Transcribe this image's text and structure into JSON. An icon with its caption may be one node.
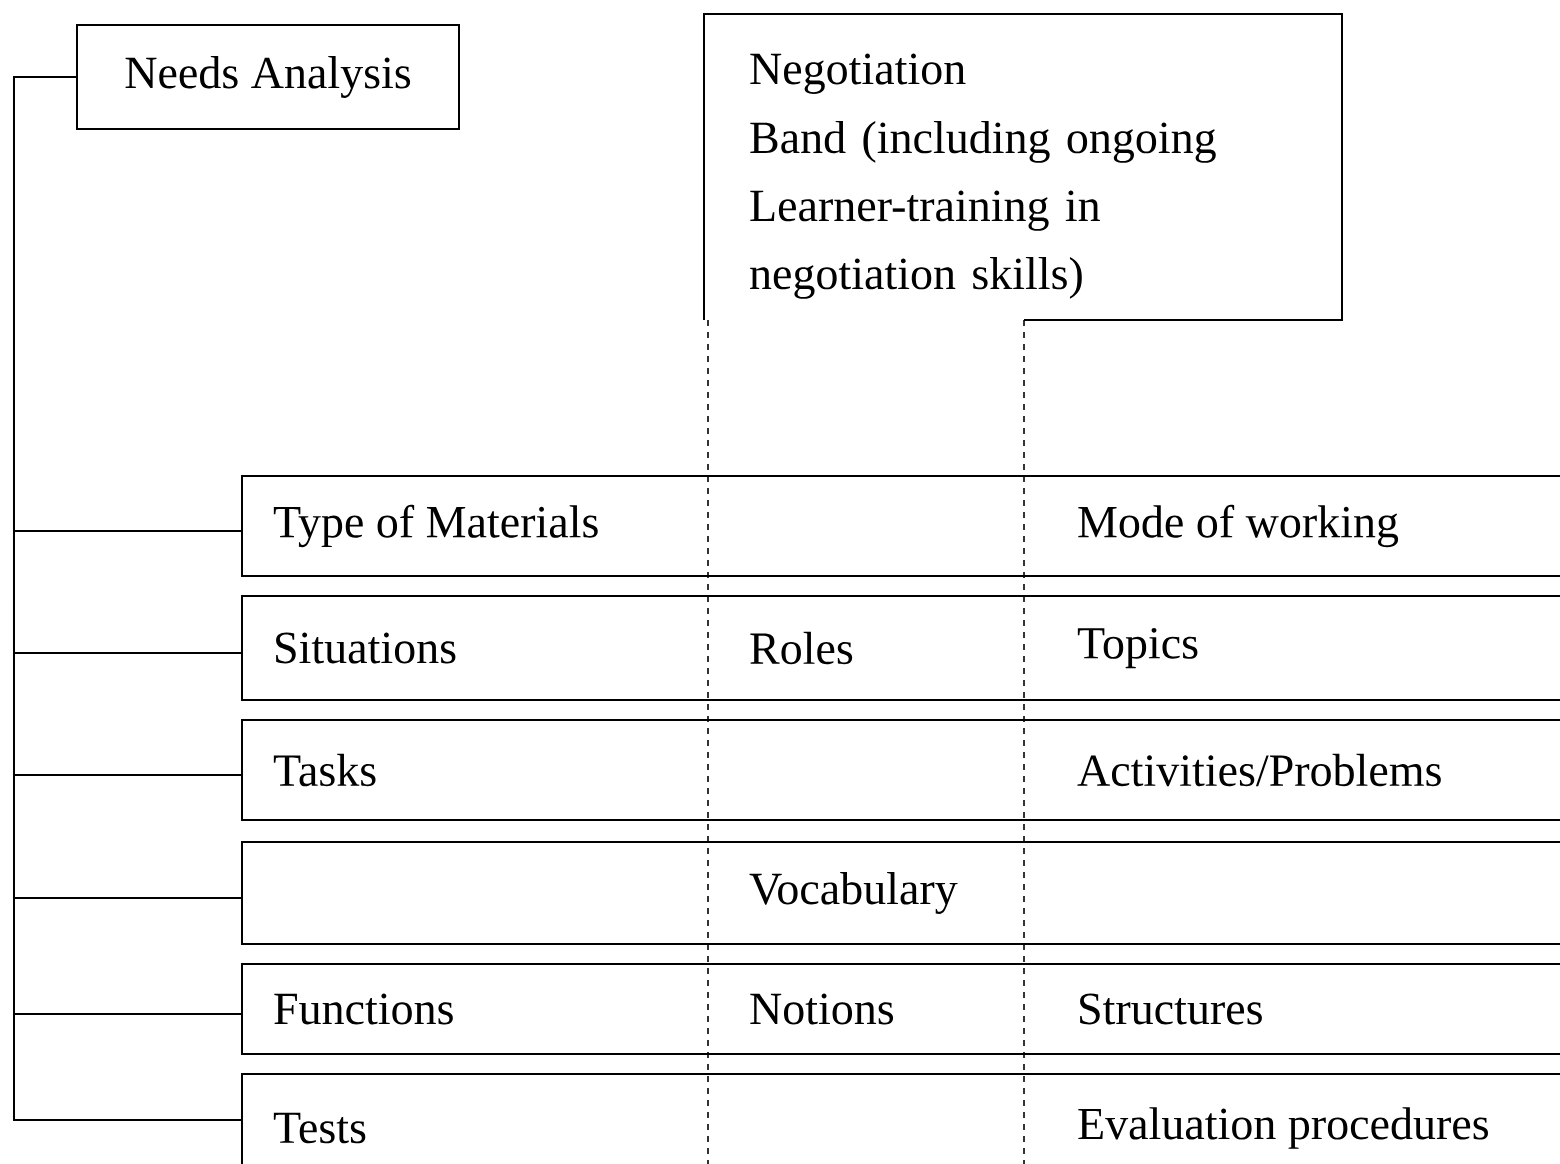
{
  "diagram": {
    "nodes": [
      {
        "text": [
          "Needs Analysis"
        ]
      },
      {
        "text": [
          "Negotiation",
          "Band (including ongoing Learner-training in negotiation skills)"
        ]
      },
      {
        "text": [
          "Type of Materials",
          "Mode of working"
        ]
      },
      {
        "text": [
          "Situations",
          "Roles",
          "Topics"
        ]
      },
      {
        "text": [
          "Tasks",
          "Activities/Problems"
        ]
      },
      {
        "text": [
          "Vocabulary"
        ]
      },
      {
        "text": [
          "Functions",
          "Notions",
          "Structures"
        ]
      },
      {
        "text": [
          "Tests",
          "Evaluation procedures"
        ]
      }
    ],
    "edges": [
      {
        "from": 0,
        "to": 2,
        "arrow": "none"
      },
      {
        "from": 0,
        "to": 3,
        "arrow": "none"
      },
      {
        "from": 0,
        "to": 4,
        "arrow": "none"
      },
      {
        "from": 0,
        "to": 5,
        "arrow": "none"
      },
      {
        "from": 0,
        "to": 6,
        "arrow": "none"
      },
      {
        "from": 0,
        "to": 7,
        "arrow": "none"
      }
    ]
  }
}
